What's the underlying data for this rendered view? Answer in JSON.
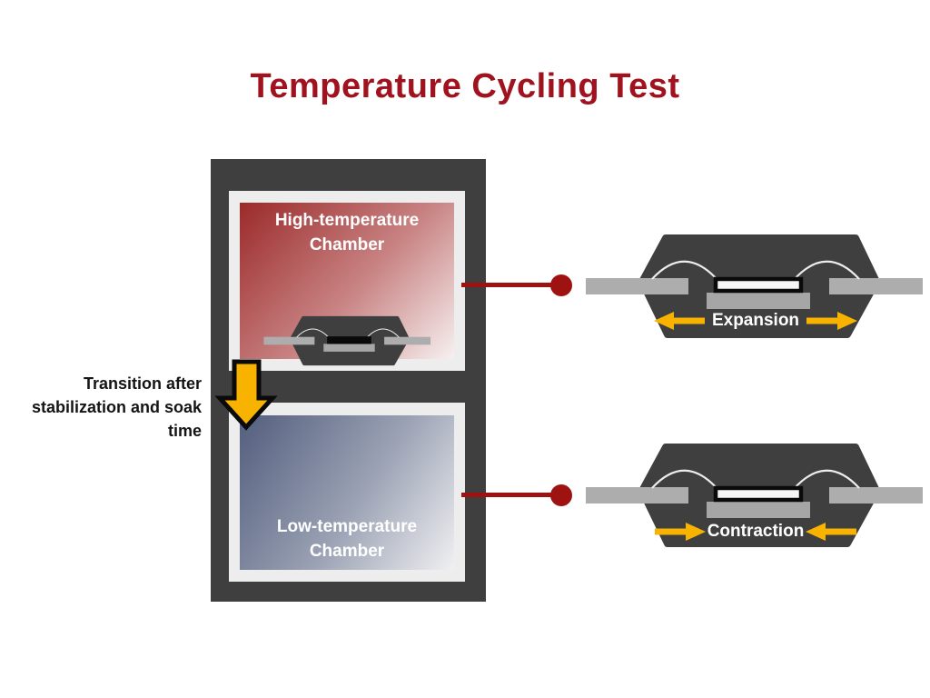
{
  "title": "Temperature Cycling Test",
  "chamber": {
    "high_label": "High-temperature Chamber",
    "low_label": "Low-temperature Chamber"
  },
  "transition_note": "Transition after stabilization and soak time",
  "callouts": {
    "expansion_label": "Expansion",
    "contraction_label": "Contraction"
  },
  "colors": {
    "title_red": "#A1121F",
    "connector_red": "#9E1212",
    "frame_gray": "#3F3F3F",
    "inner_box_gray": "#EDEDED",
    "lead_gray": "#ADADAD",
    "accent_yellow": "#F8B301",
    "hot_gradient_start": "#9B2A2A",
    "hot_gradient_end": "#F7F0F0",
    "cold_gradient_start": "#535E7E",
    "cold_gradient_end": "#F0F0F2"
  }
}
